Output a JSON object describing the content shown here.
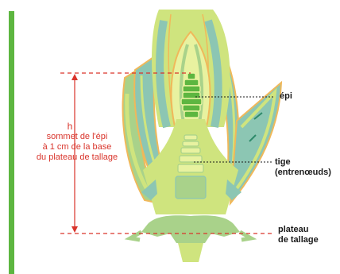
{
  "labels": {
    "h": "h",
    "measure": [
      "sommet de l'épi",
      "à 1 cm de la base",
      "du plateau de tallage"
    ],
    "epi": "épi",
    "tige": [
      "tige",
      "(entrenœuds)"
    ],
    "plateau": [
      "plateau",
      "de tallage"
    ]
  },
  "colors": {
    "accent_bar": "#5db640",
    "measure_red": "#d9342b",
    "leaf_light": "#cfe47e",
    "leaf_mid": "#a9d28a",
    "leaf_teal": "#8cc6b3",
    "outline_orange": "#f0b85a"
  }
}
